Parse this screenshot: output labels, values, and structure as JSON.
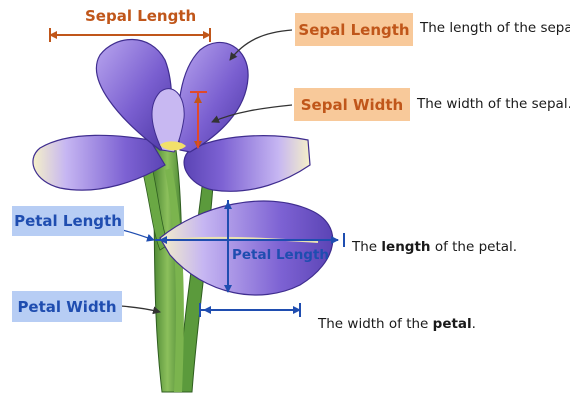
{
  "labels": {
    "sepal_length_top": "Sepal Length",
    "sepal_length_tag": "Sepal Length",
    "sepal_length_desc": "The length of the sepal.",
    "sepal_width_tag": "Sepal Width",
    "sepal_width_desc": "The width of the sepal.",
    "petal_length_tag": "Petal Length",
    "petal_length_inner": "Petal Length",
    "petal_length_desc_pre": "The ",
    "petal_length_desc_bold": "length",
    "petal_length_desc_post": " of the petal.",
    "petal_width_tag": "Petal Width",
    "petal_width_desc_pre": "The width of the ",
    "petal_width_desc_bold": "petal",
    "petal_width_desc_post": "."
  },
  "colors": {
    "sepal_annotation": "#c0561a",
    "petal_annotation": "#1f4db0",
    "sepal_tag_bg": "#f8c99a",
    "petal_tag_bg": "#b7cdf4",
    "petal_purple": "#7a5fd0",
    "leaf_green": "#5b9a3c"
  }
}
